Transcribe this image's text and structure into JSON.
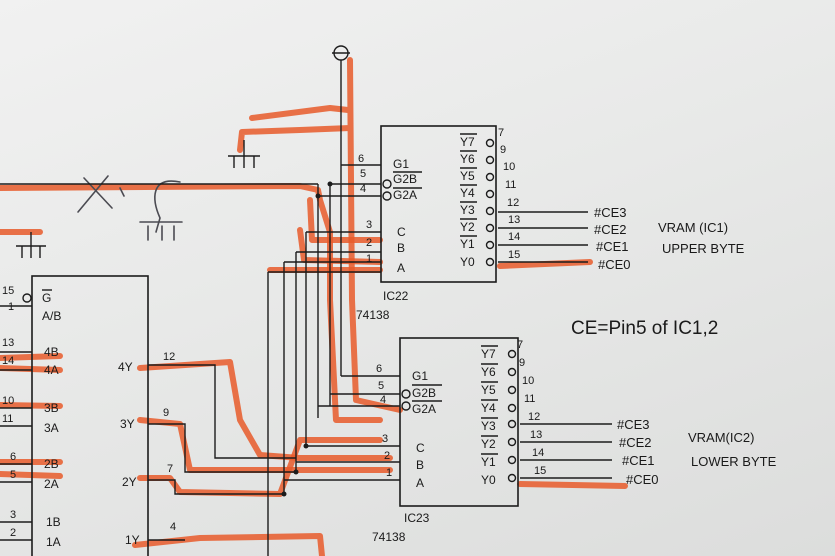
{
  "annotation": "CE=Pin5 of IC1,2",
  "ic22": {
    "label": "IC22",
    "part": "74138",
    "inputs_top": [
      {
        "num": "6",
        "name": "G1"
      },
      {
        "num": "5",
        "name": "G2B"
      },
      {
        "num": "4",
        "name": "G2A"
      }
    ],
    "inputs_sel": [
      {
        "num": "3",
        "name": "C"
      },
      {
        "num": "2",
        "name": "B"
      },
      {
        "num": "1",
        "name": "A"
      }
    ],
    "outputs": [
      {
        "name": "Y7",
        "num": "7"
      },
      {
        "name": "Y6",
        "num": "9"
      },
      {
        "name": "Y5",
        "num": "10"
      },
      {
        "name": "Y4",
        "num": "11"
      },
      {
        "name": "Y3",
        "num": "12"
      },
      {
        "name": "Y2",
        "num": "13"
      },
      {
        "name": "Y1",
        "num": "14"
      },
      {
        "name": "Y0",
        "num": "15"
      }
    ],
    "signals": [
      "#CE3",
      "#CE2",
      "#CE1",
      "#CE0"
    ],
    "note_1": "VRAM (IC1)",
    "note_2": "UPPER BYTE"
  },
  "ic23": {
    "label": "IC23",
    "part": "74138",
    "inputs_top": [
      {
        "num": "6",
        "name": "G1"
      },
      {
        "num": "5",
        "name": "G2B"
      },
      {
        "num": "4",
        "name": "G2A"
      }
    ],
    "inputs_sel": [
      {
        "num": "3",
        "name": "C"
      },
      {
        "num": "2",
        "name": "B"
      },
      {
        "num": "1",
        "name": "A"
      }
    ],
    "outputs": [
      {
        "name": "Y7",
        "num": "7"
      },
      {
        "name": "Y6",
        "num": "9"
      },
      {
        "name": "Y5",
        "num": "10"
      },
      {
        "name": "Y4",
        "num": "11"
      },
      {
        "name": "Y3",
        "num": "12"
      },
      {
        "name": "Y2",
        "num": "13"
      },
      {
        "name": "Y1",
        "num": "14"
      },
      {
        "name": "Y0",
        "num": "15"
      }
    ],
    "signals": [
      "#CE3",
      "#CE2",
      "#CE1",
      "#CE0"
    ],
    "note_1": "VRAM(IC2)",
    "note_2": "LOWER BYTE"
  },
  "mux": {
    "pins_left": [
      {
        "num": "15",
        "name": "G"
      },
      {
        "num": "1",
        "name": "A/B"
      },
      {
        "num": "13",
        "name": "4B"
      },
      {
        "num": "14",
        "name": "4A"
      },
      {
        "num": "10",
        "name": "3B"
      },
      {
        "num": "11",
        "name": "3A"
      },
      {
        "num": "6",
        "name": "2B"
      },
      {
        "num": "5",
        "name": "2A"
      },
      {
        "num": "3",
        "name": "1B"
      },
      {
        "num": "2",
        "name": "1A"
      }
    ],
    "pins_right": [
      {
        "name": "4Y",
        "num": "12"
      },
      {
        "name": "3Y",
        "num": "9"
      },
      {
        "name": "2Y",
        "num": "7"
      },
      {
        "name": "1Y",
        "num": "4"
      }
    ]
  }
}
